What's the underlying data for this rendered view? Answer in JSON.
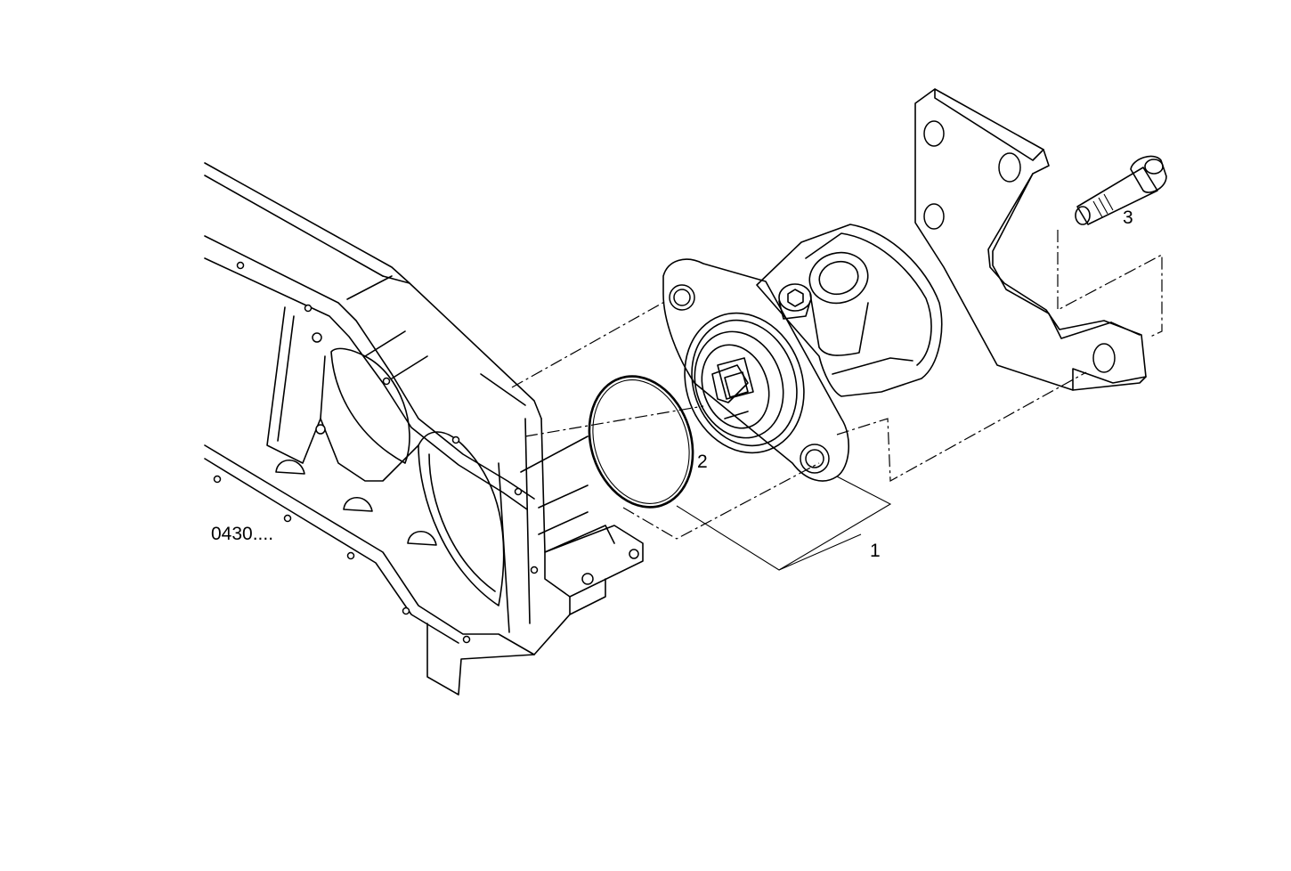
{
  "labels": {
    "reference": "0430....",
    "item1": "1",
    "item2": "2",
    "item3": "3"
  },
  "parts": [
    {
      "id": "housing",
      "icon": "transmission-housing-icon"
    },
    {
      "id": "pump",
      "icon": "pump-assembly-icon"
    },
    {
      "id": "o-ring",
      "icon": "o-ring-seal-icon"
    },
    {
      "id": "bracket",
      "icon": "mounting-bracket-icon"
    },
    {
      "id": "bolt",
      "icon": "cap-screw-icon"
    }
  ],
  "colors": {
    "line": "#000000",
    "background": "#ffffff"
  }
}
